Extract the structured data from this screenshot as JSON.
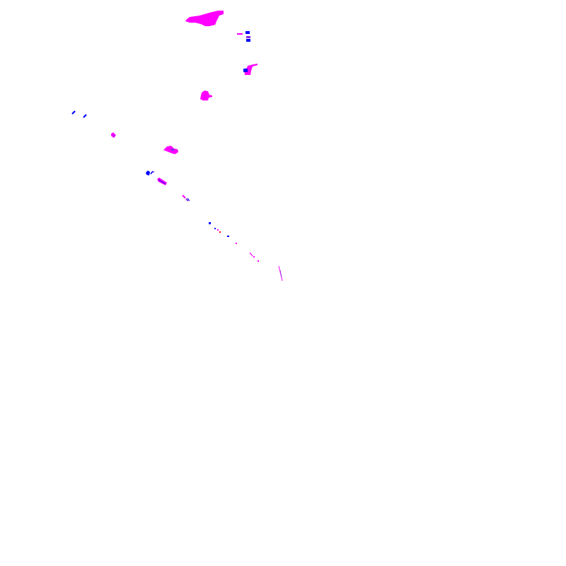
{
  "map": {
    "background": "#ffffff",
    "categories": [
      {
        "id": "magenta",
        "color": "#ff00ff"
      },
      {
        "id": "blue",
        "color": "#0000ff"
      },
      {
        "id": "purple",
        "color": "#8a2be2"
      },
      {
        "id": "red",
        "color": "#ff0000"
      }
    ]
  }
}
